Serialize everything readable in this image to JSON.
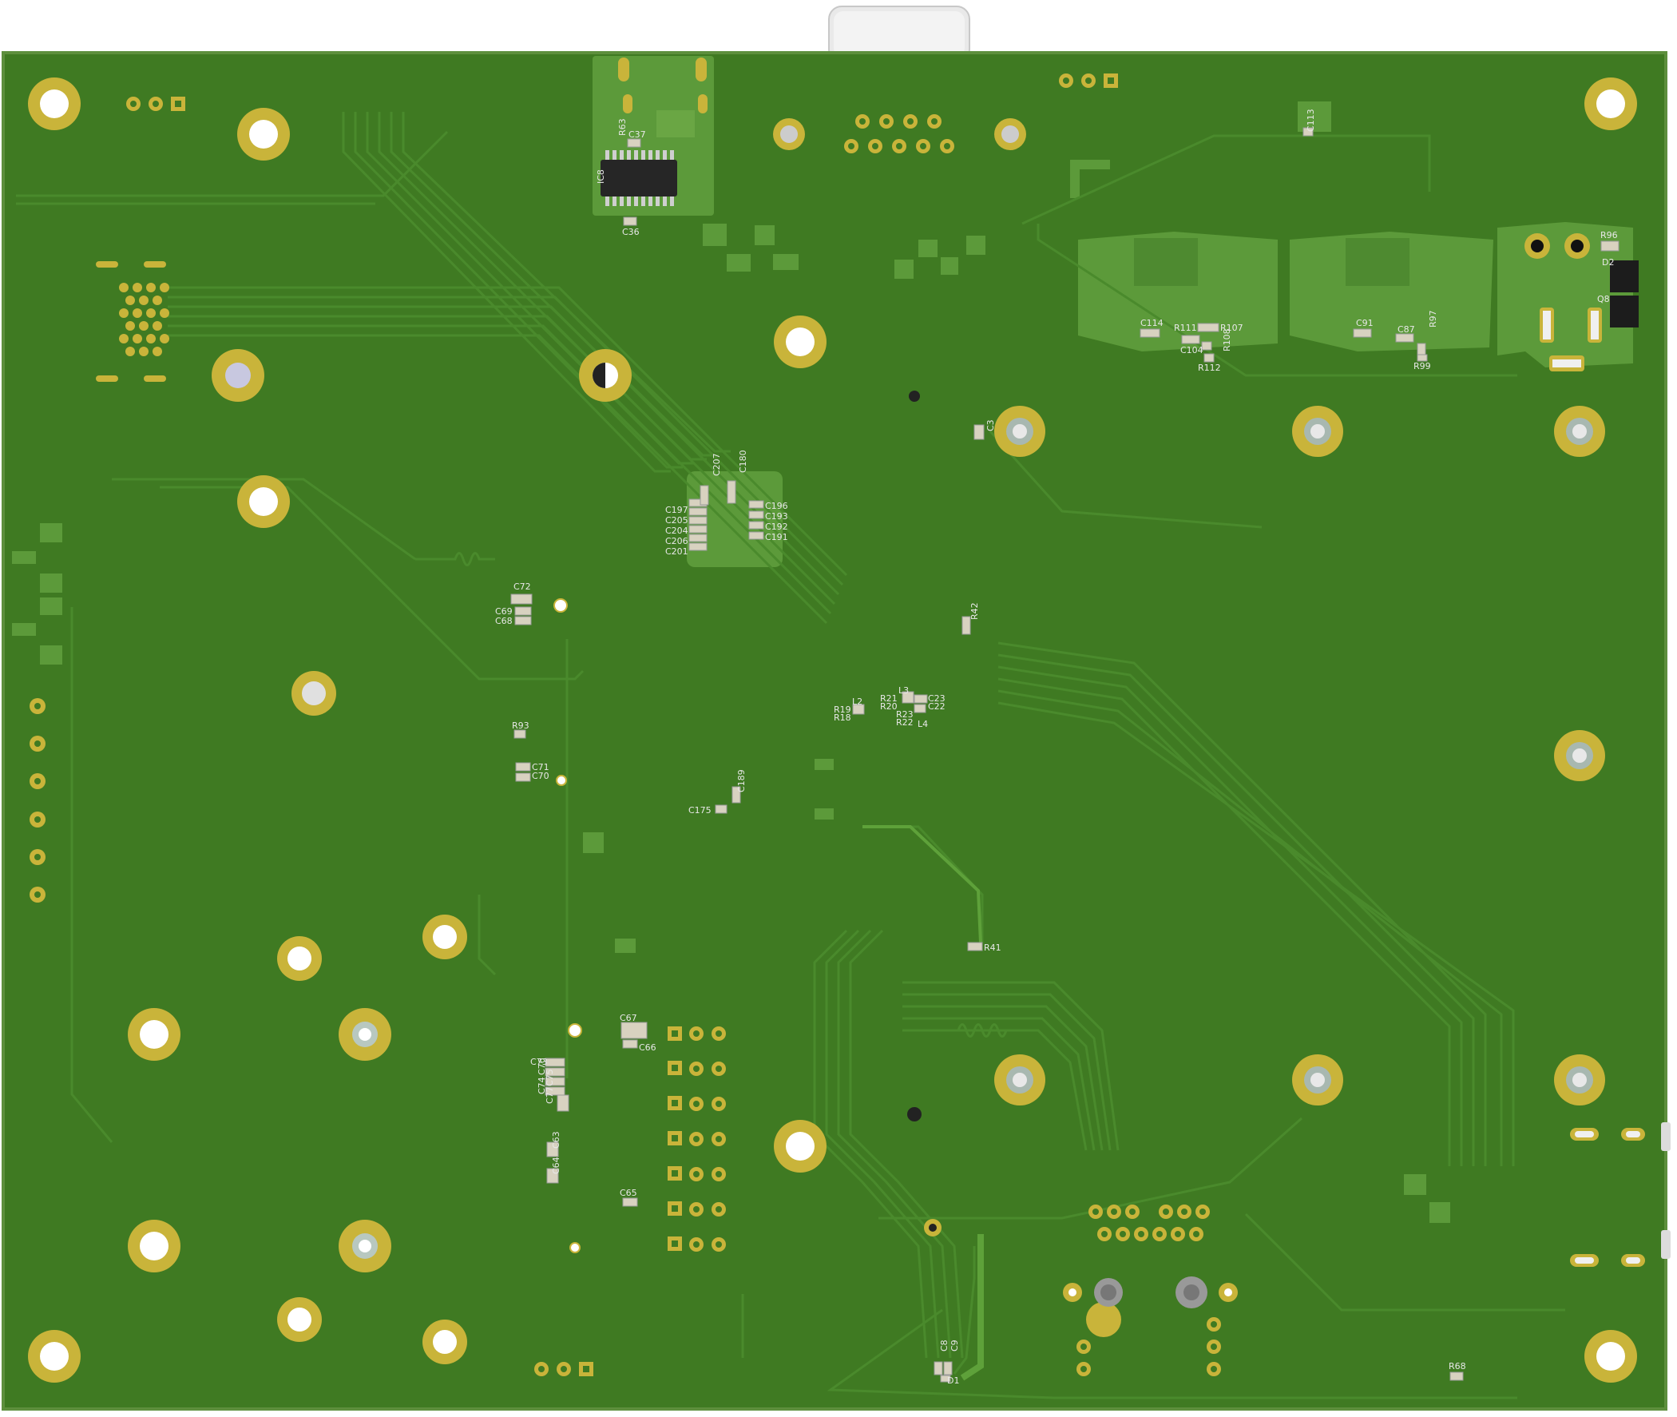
{
  "colors": {
    "background": "#ffffff",
    "board": "#3f7a22",
    "board_edge": "#5d8f3d",
    "trace": "#4a8a2c",
    "pour": "#5c9a3a",
    "pad_gold": "#c9b43a",
    "hole": "#ffffff",
    "silk": "#e8e8e8",
    "chip": "#222222",
    "connector_metal": "#e6e6e6"
  },
  "labels": {
    "ic8": "IC8",
    "r63": "R63",
    "c37": "C37",
    "c36": "C36",
    "c113": "C113",
    "r96": "R96",
    "d2": "D2",
    "q8": "Q8",
    "c114": "C114",
    "r111": "R111",
    "r107": "R107",
    "c104": "C104",
    "r108": "R108",
    "r112": "R112",
    "c91": "C91",
    "c87": "C87",
    "r97": "R97",
    "r99": "R99",
    "c207": "C207",
    "c180": "C180",
    "c197": "C197",
    "c205": "C205",
    "c204": "C204",
    "c206": "C206",
    "c201": "C201",
    "c196": "C196",
    "c193": "C193",
    "c192": "C192",
    "c191": "C191",
    "c72": "C72",
    "c69": "C69",
    "c68": "C68",
    "r42": "R42",
    "l3": "L3",
    "r21": "R21",
    "r20": "R20",
    "c23": "C23",
    "c22": "C22",
    "r23": "R23",
    "r22": "R22",
    "l4": "L4",
    "l2": "L2",
    "r19": "R19",
    "r18": "R18",
    "r93": "R93",
    "c71": "C71",
    "c70": "C70",
    "c189": "C189",
    "c175": "C175",
    "r41": "R41",
    "c67": "C67",
    "c66": "C66",
    "c73": "C73",
    "c76": "C76",
    "c75": "C75",
    "c74": "C74",
    "c77": "C77",
    "c63": "C63",
    "c64": "C64",
    "c65": "C65",
    "c8": "C8",
    "c9": "C9",
    "d1": "D1",
    "r68": "R68",
    "c3": "C3"
  }
}
